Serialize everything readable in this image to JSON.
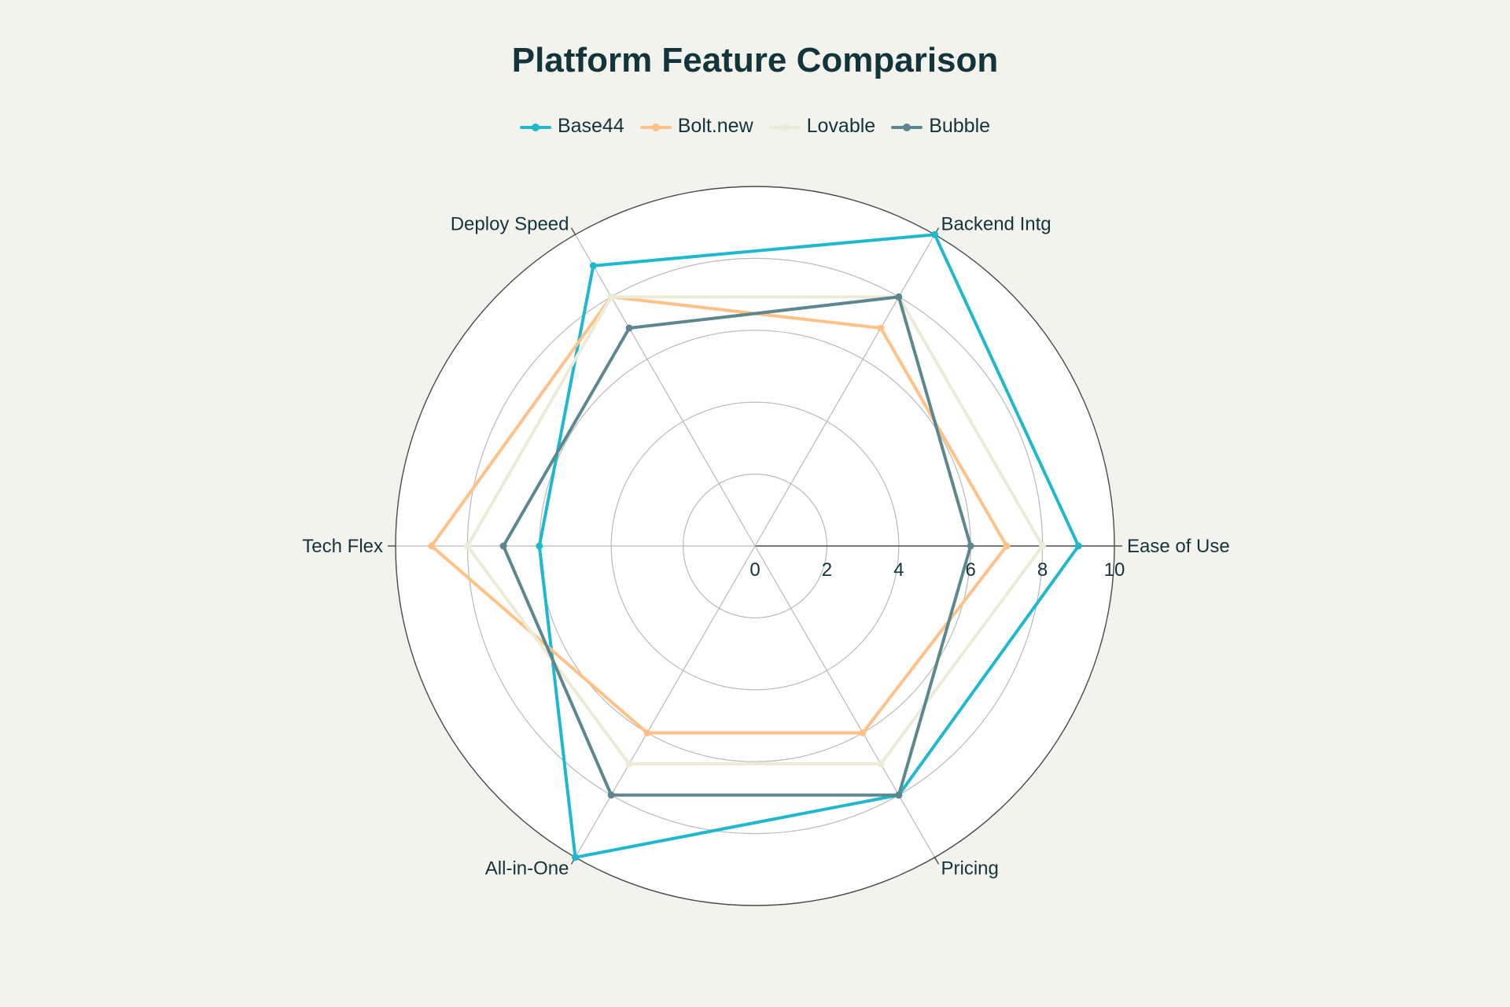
{
  "chart_data": {
    "type": "radar",
    "title": "Platform Feature Comparison",
    "axes": [
      "Ease of Use",
      "Backend Intg",
      "Deploy Speed",
      "Tech Flex",
      "All-in-One",
      "Pricing"
    ],
    "rlim": [
      0,
      10
    ],
    "radial_ticks": [
      0,
      2,
      4,
      6,
      8,
      10
    ],
    "grid": true,
    "legend_position": "top-center",
    "series": [
      {
        "name": "Base44",
        "color": "#1fb8cd",
        "values": [
          9,
          10,
          9,
          6,
          10,
          8
        ]
      },
      {
        "name": "Bolt.new",
        "color": "#ffc185",
        "values": [
          7,
          7,
          8,
          9,
          6,
          6
        ]
      },
      {
        "name": "Lovable",
        "color": "#ecebd5",
        "values": [
          8,
          8,
          8,
          8,
          7,
          7
        ]
      },
      {
        "name": "Bubble",
        "color": "#5d878f",
        "values": [
          6,
          8,
          7,
          7,
          8,
          8
        ]
      }
    ],
    "colors": {
      "background": "#f3f3ee",
      "plot_background": "#ffffff",
      "grid": "#b9b9b9",
      "outer_ring": "#4a4a4a",
      "text": "#13343b"
    }
  }
}
